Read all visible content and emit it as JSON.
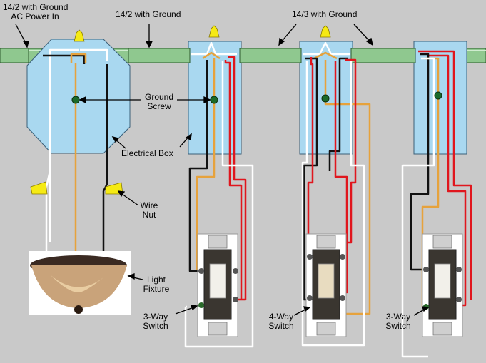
{
  "labels": {
    "power_in_line1": "14/2 with Ground",
    "power_in_line2": "AC Power In",
    "cable_14_2": "14/2 with Ground",
    "cable_14_3": "14/3 with Ground",
    "ground_screw_line1": "Ground",
    "ground_screw_line2": "Screw",
    "electrical_box": "Electrical Box",
    "wire_nut_line1": "Wire",
    "wire_nut_line2": "Nut",
    "light_fixture_line1": "Light",
    "light_fixture_line2": "Fixture",
    "switch_3way_left_line1": "3-Way",
    "switch_3way_left_line2": "Switch",
    "switch_4way_line1": "4-Way",
    "switch_4way_line2": "Switch",
    "switch_3way_right_line1": "3-Way",
    "switch_3way_right_line2": "Switch"
  },
  "colors": {
    "background": "#c9c9c9",
    "conduit": "#8fc88f",
    "box_fill": "#a9d8f0",
    "hot_black": "#111111",
    "neutral_white": "#ffffff",
    "traveler_red": "#e0161d",
    "ground_bare": "#e6a23c",
    "wire_nut_yellow": "#f5ea14",
    "ground_screw": "#1a6a2a"
  }
}
